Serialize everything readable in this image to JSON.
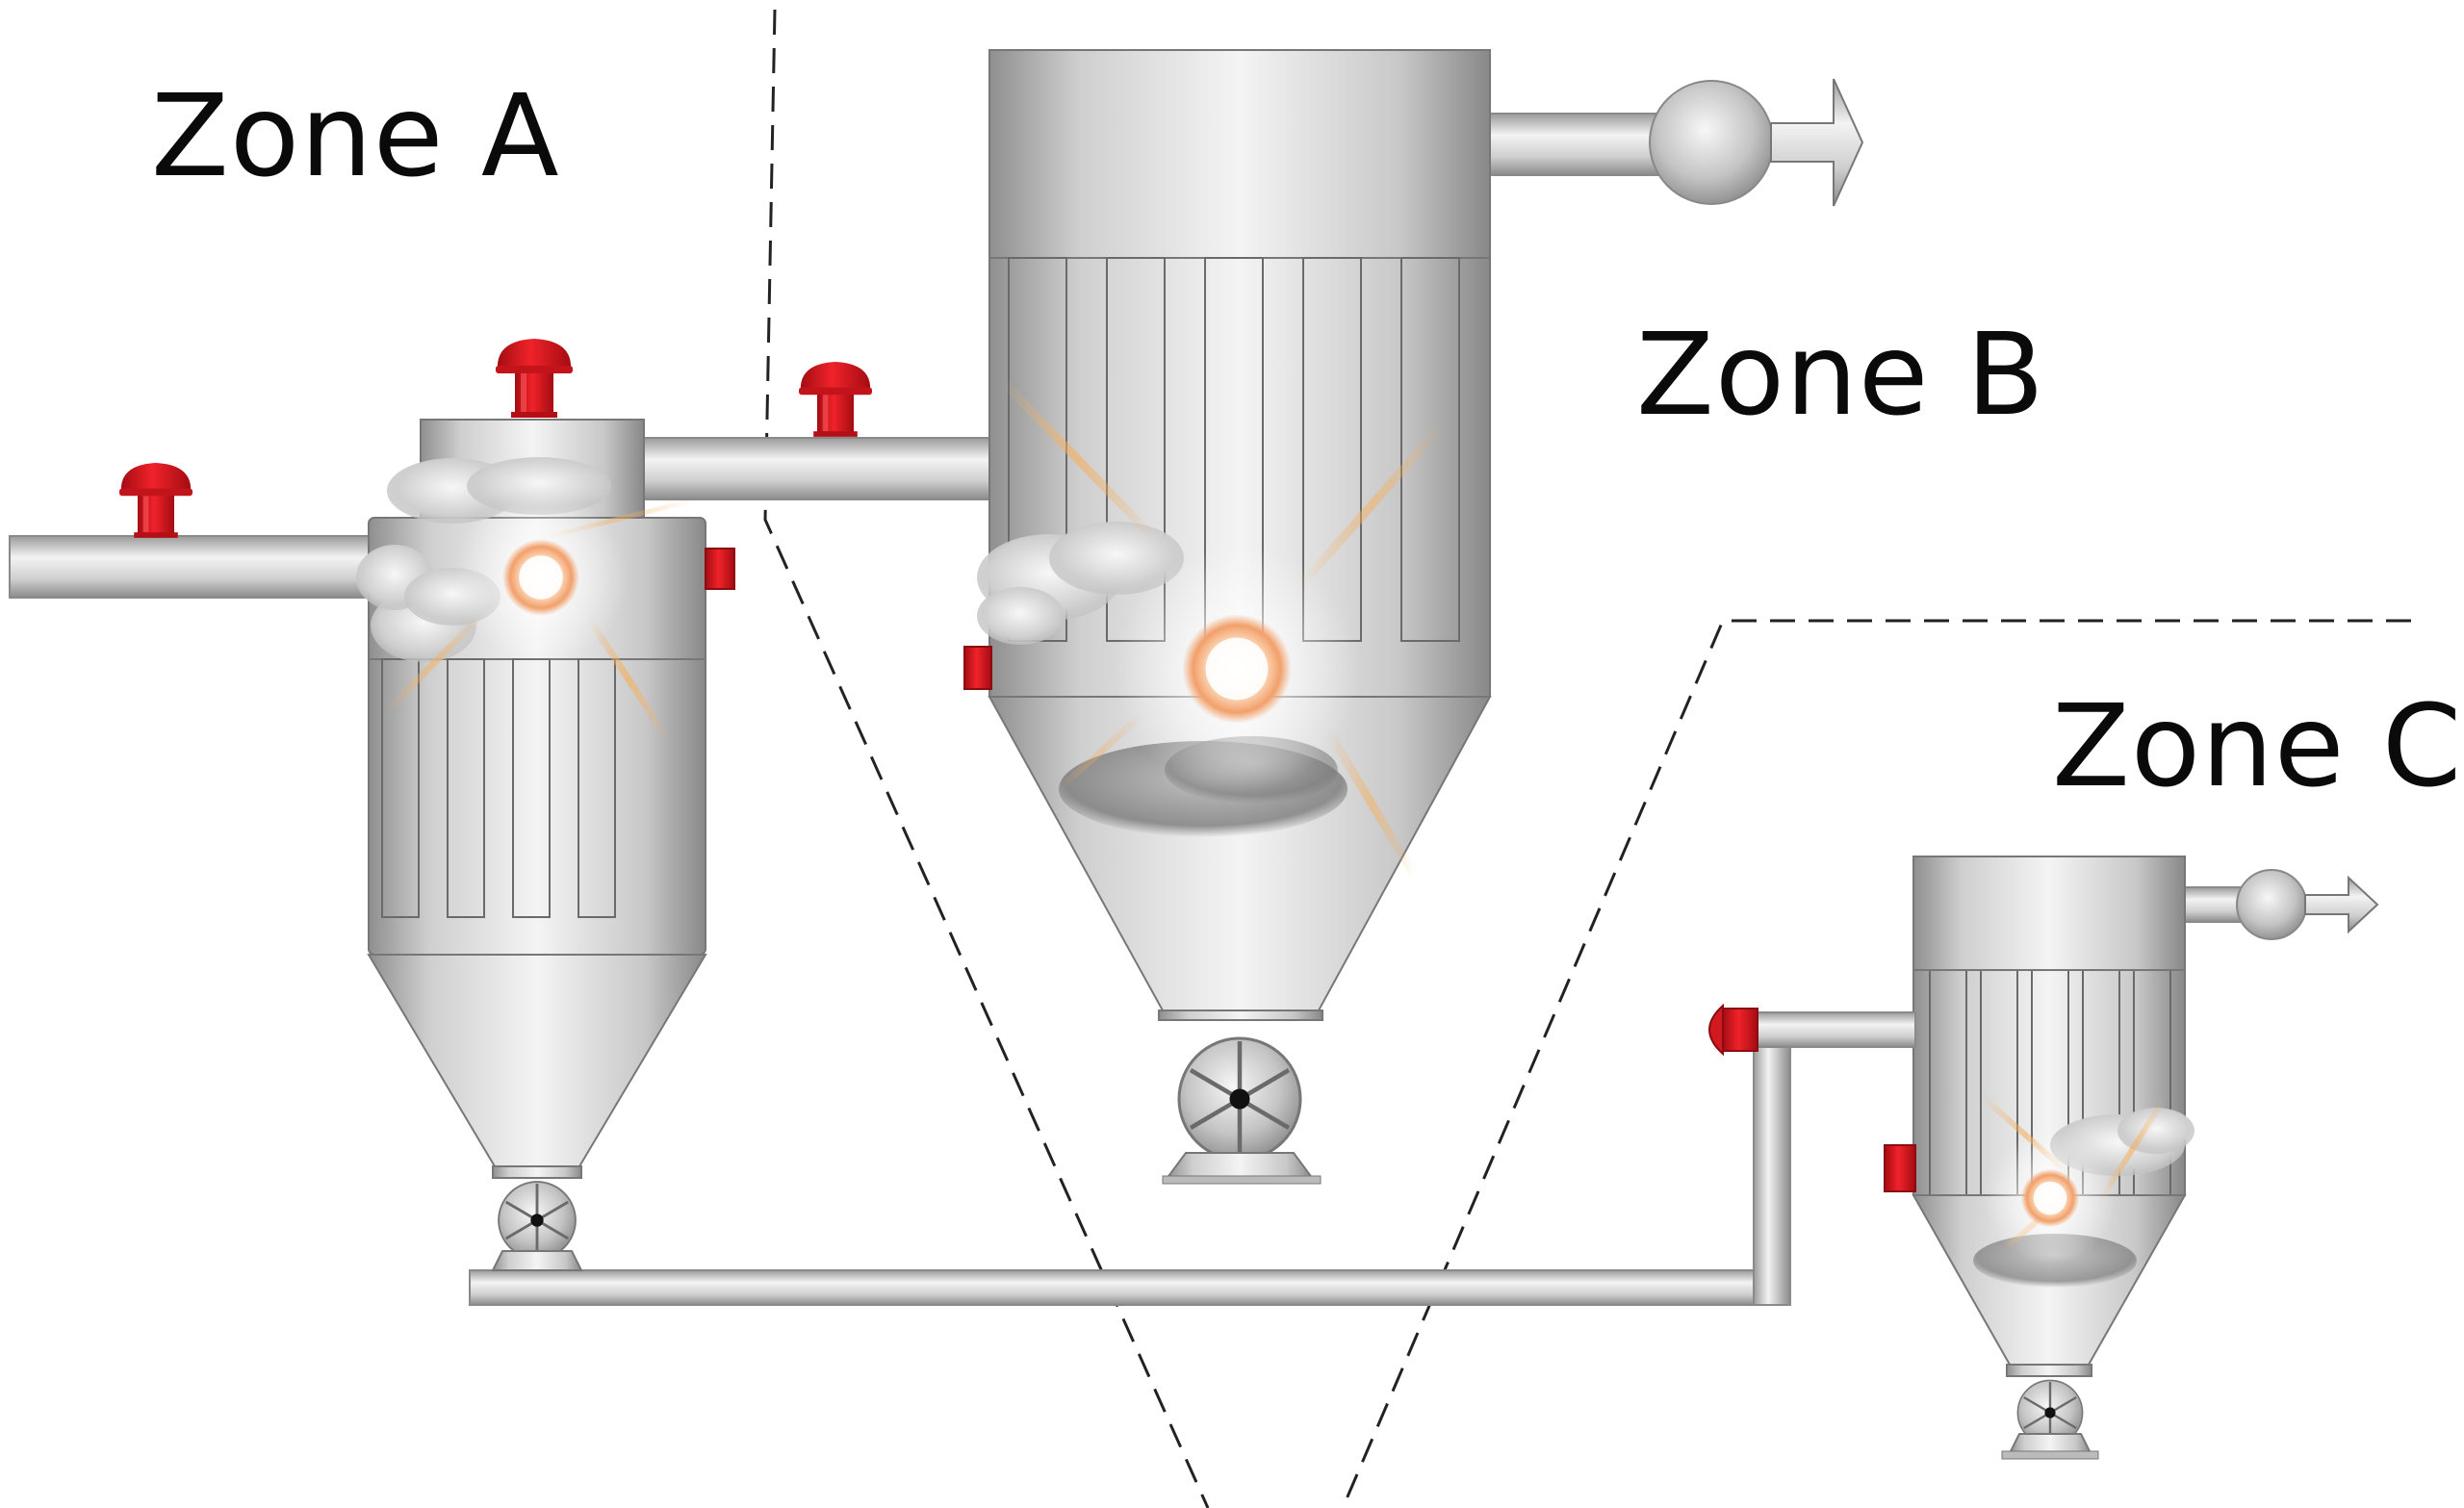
{
  "zones": [
    {
      "id": "zone-a",
      "label": "Zone A"
    },
    {
      "id": "zone-b",
      "label": "Zone B"
    },
    {
      "id": "zone-c",
      "label": "Zone C"
    }
  ],
  "colors": {
    "background": "#ffffff",
    "vessel_light": "#f2f2f2",
    "vessel_dark": "#8c8c8c",
    "vent_red": "#e0141c",
    "vent_red_dark": "#9a0c10",
    "boundary_line": "#222222",
    "text": "#0a0a0a"
  },
  "icons": {
    "explosion_vent": "red-mushroom-vent-icon",
    "isolation_valve": "red-flap-valve-icon",
    "rotary_valve": "rotary-airlock-valve-icon",
    "exhaust_fan": "fan-icon",
    "ignition": "fireball-flash-icon",
    "dust_cloud": "dust-cloud-icon",
    "flow_arrow": "outlet-arrow-icon"
  }
}
